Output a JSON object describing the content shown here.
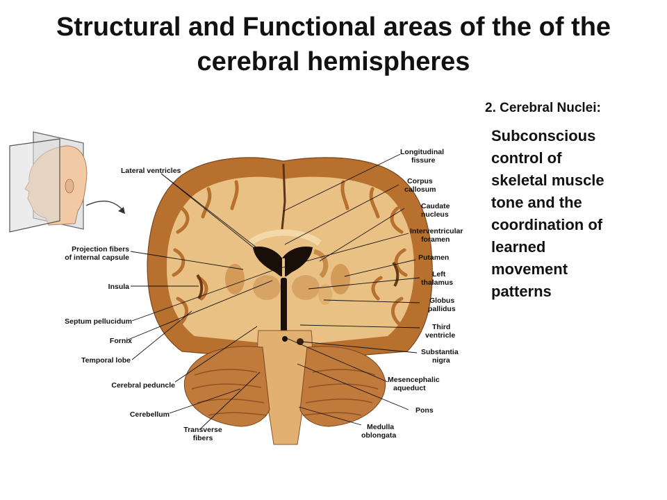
{
  "title": {
    "lines": [
      "Structural and Functional areas of the of the",
      "cerebral hemispheres"
    ]
  },
  "section": {
    "heading": "2.  Cerebral Nuclei:",
    "body_lines": [
      "Subconscious",
      "control of",
      "skeletal muscle",
      "tone and the",
      "coordination of",
      "learned",
      "movement",
      "patterns"
    ]
  },
  "diagram": {
    "colors": {
      "white_matter": "#e9c184",
      "gray_matter": "#b8702f",
      "cerebellum": "#c07a3c",
      "ventricle": "#1a0e08",
      "skin": "#f1c9a5"
    },
    "left_labels": {
      "lateral_ventricles": "Lateral ventricles",
      "projection_fibers_1": "Projection fibers",
      "projection_fibers_2": "of internal capsule",
      "insula": "Insula",
      "septum_pellucidum": "Septum pellucidum",
      "fornix": "Fornix",
      "temporal_lobe": "Temporal lobe",
      "cerebral_peduncle": "Cerebral peduncle",
      "cerebellum": "Cerebellum",
      "transverse_fibers_1": "Transverse",
      "transverse_fibers_2": "fibers"
    },
    "right_labels": {
      "longitudinal_fissure_1": "Longitudinal",
      "longitudinal_fissure_2": "fissure",
      "corpus_callosum_1": "Corpus",
      "corpus_callosum_2": "callosum",
      "caudate_nucleus_1": "Caudate",
      "caudate_nucleus_2": "nucleus",
      "interventricular_foramen_1": "Interventricular",
      "interventricular_foramen_2": "foramen",
      "putamen": "Putamen",
      "left_thalamus_1": "Left",
      "left_thalamus_2": "thalamus",
      "globus_pallidus_1": "Globus",
      "globus_pallidus_2": "pallidus",
      "third_ventricle_1": "Third",
      "third_ventricle_2": "ventricle",
      "substantia_nigra_1": "Substantia",
      "substantia_nigra_2": "nigra",
      "mesencephalic_aqueduct_1": "Mesencephalic",
      "mesencephalic_aqueduct_2": "aqueduct",
      "pons": "Pons",
      "medulla_oblongata_1": "Medulla",
      "medulla_oblongata_2": "oblongata"
    }
  }
}
